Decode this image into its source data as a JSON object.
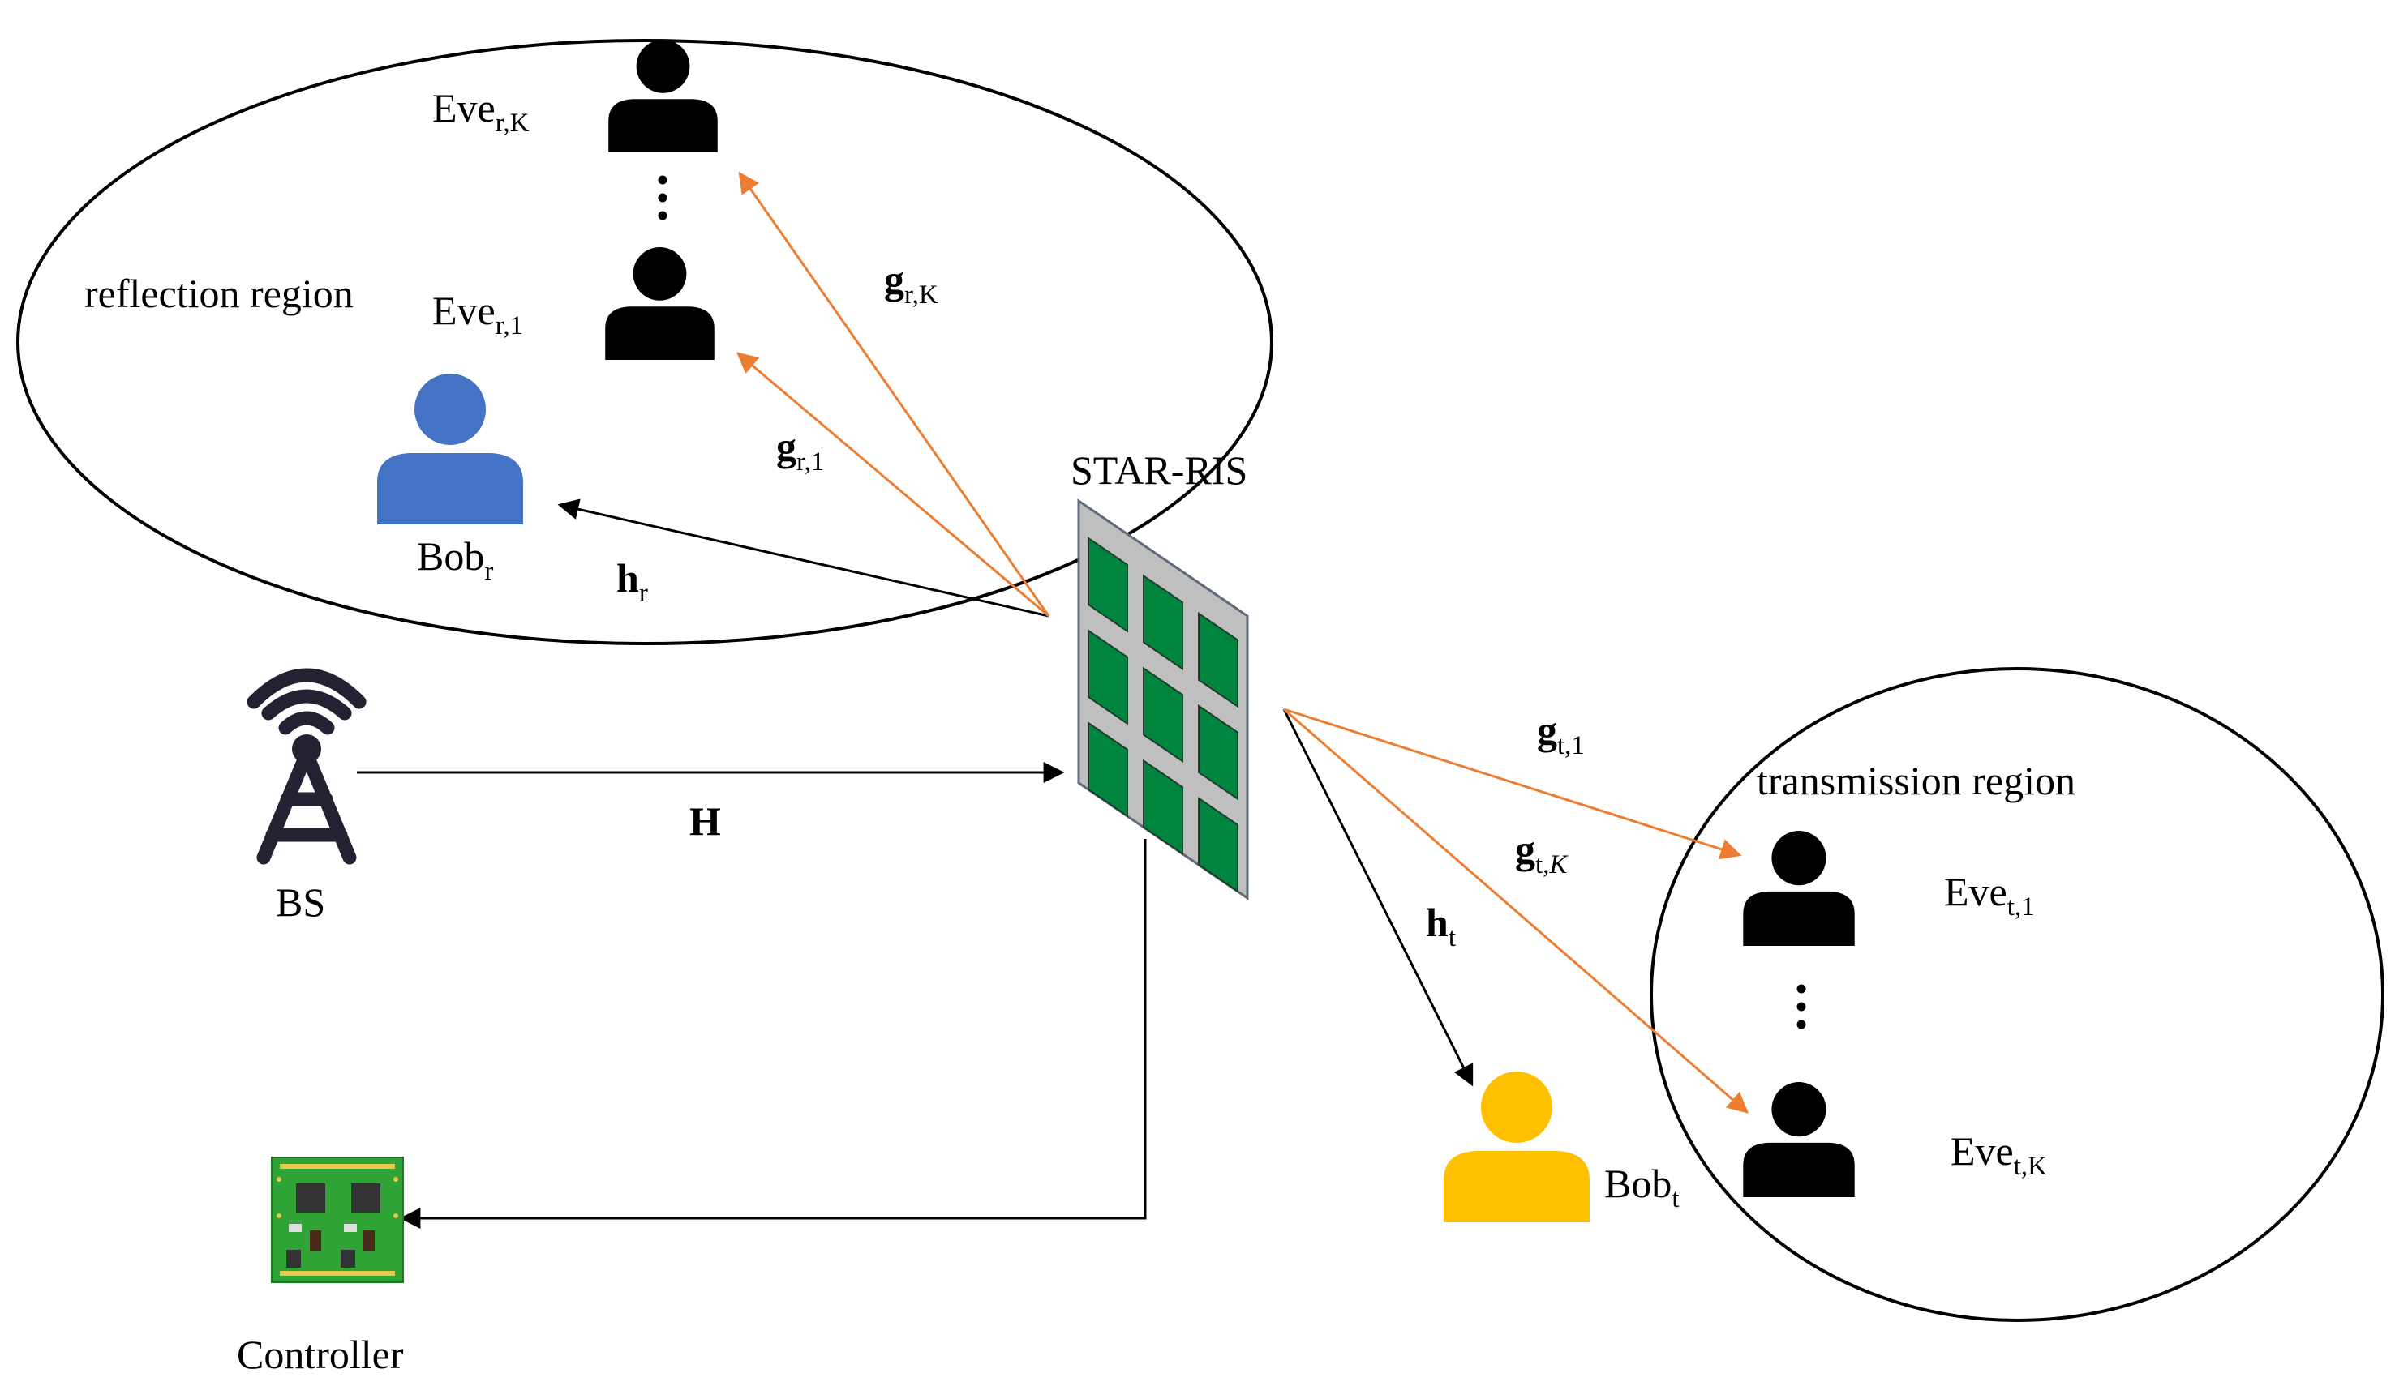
{
  "colors": {
    "orange": "#ED7D31",
    "black": "#000000",
    "bob_r": "#4472C4",
    "bob_t": "#FFC000",
    "ris_panel": "#BFBFBF",
    "ris_element": "#00853E",
    "pcb_green": "#2FA335"
  },
  "icons": {
    "base_station": "antenna-tower-icon",
    "user": "person-icon",
    "ris": "star-ris-panel-icon",
    "controller": "circuit-board-icon",
    "ellipsis": "vertical-dots-icon"
  },
  "regions": {
    "reflection": "reflection region",
    "transmission": "transmission region"
  },
  "nodes": {
    "bs": "BS",
    "ris": "STAR-RIS",
    "controller": "Controller",
    "bob_r": {
      "base": "Bob",
      "sub": "r"
    },
    "bob_t": {
      "base": "Bob",
      "sub": "t"
    },
    "eve_r1": {
      "base": "Eve",
      "sub": "r,1"
    },
    "eve_rK": {
      "base": "Eve",
      "sub": "r,K"
    },
    "eve_t1": {
      "base": "Eve",
      "sub": "t,1"
    },
    "eve_tK": {
      "base": "Eve",
      "sub": "t,K"
    }
  },
  "channels": {
    "H": "H",
    "h_r": {
      "base": "h",
      "sub": "r"
    },
    "h_t": {
      "base": "h",
      "sub": "t"
    },
    "g_r1": {
      "base": "g",
      "sub": "r,1"
    },
    "g_rK": {
      "base": "g",
      "sub": "r,K"
    },
    "g_t1": {
      "base": "g",
      "sub": "t,1"
    },
    "g_tK": {
      "base": "g",
      "sub_pre": "t,",
      "sub_it": "K"
    }
  }
}
